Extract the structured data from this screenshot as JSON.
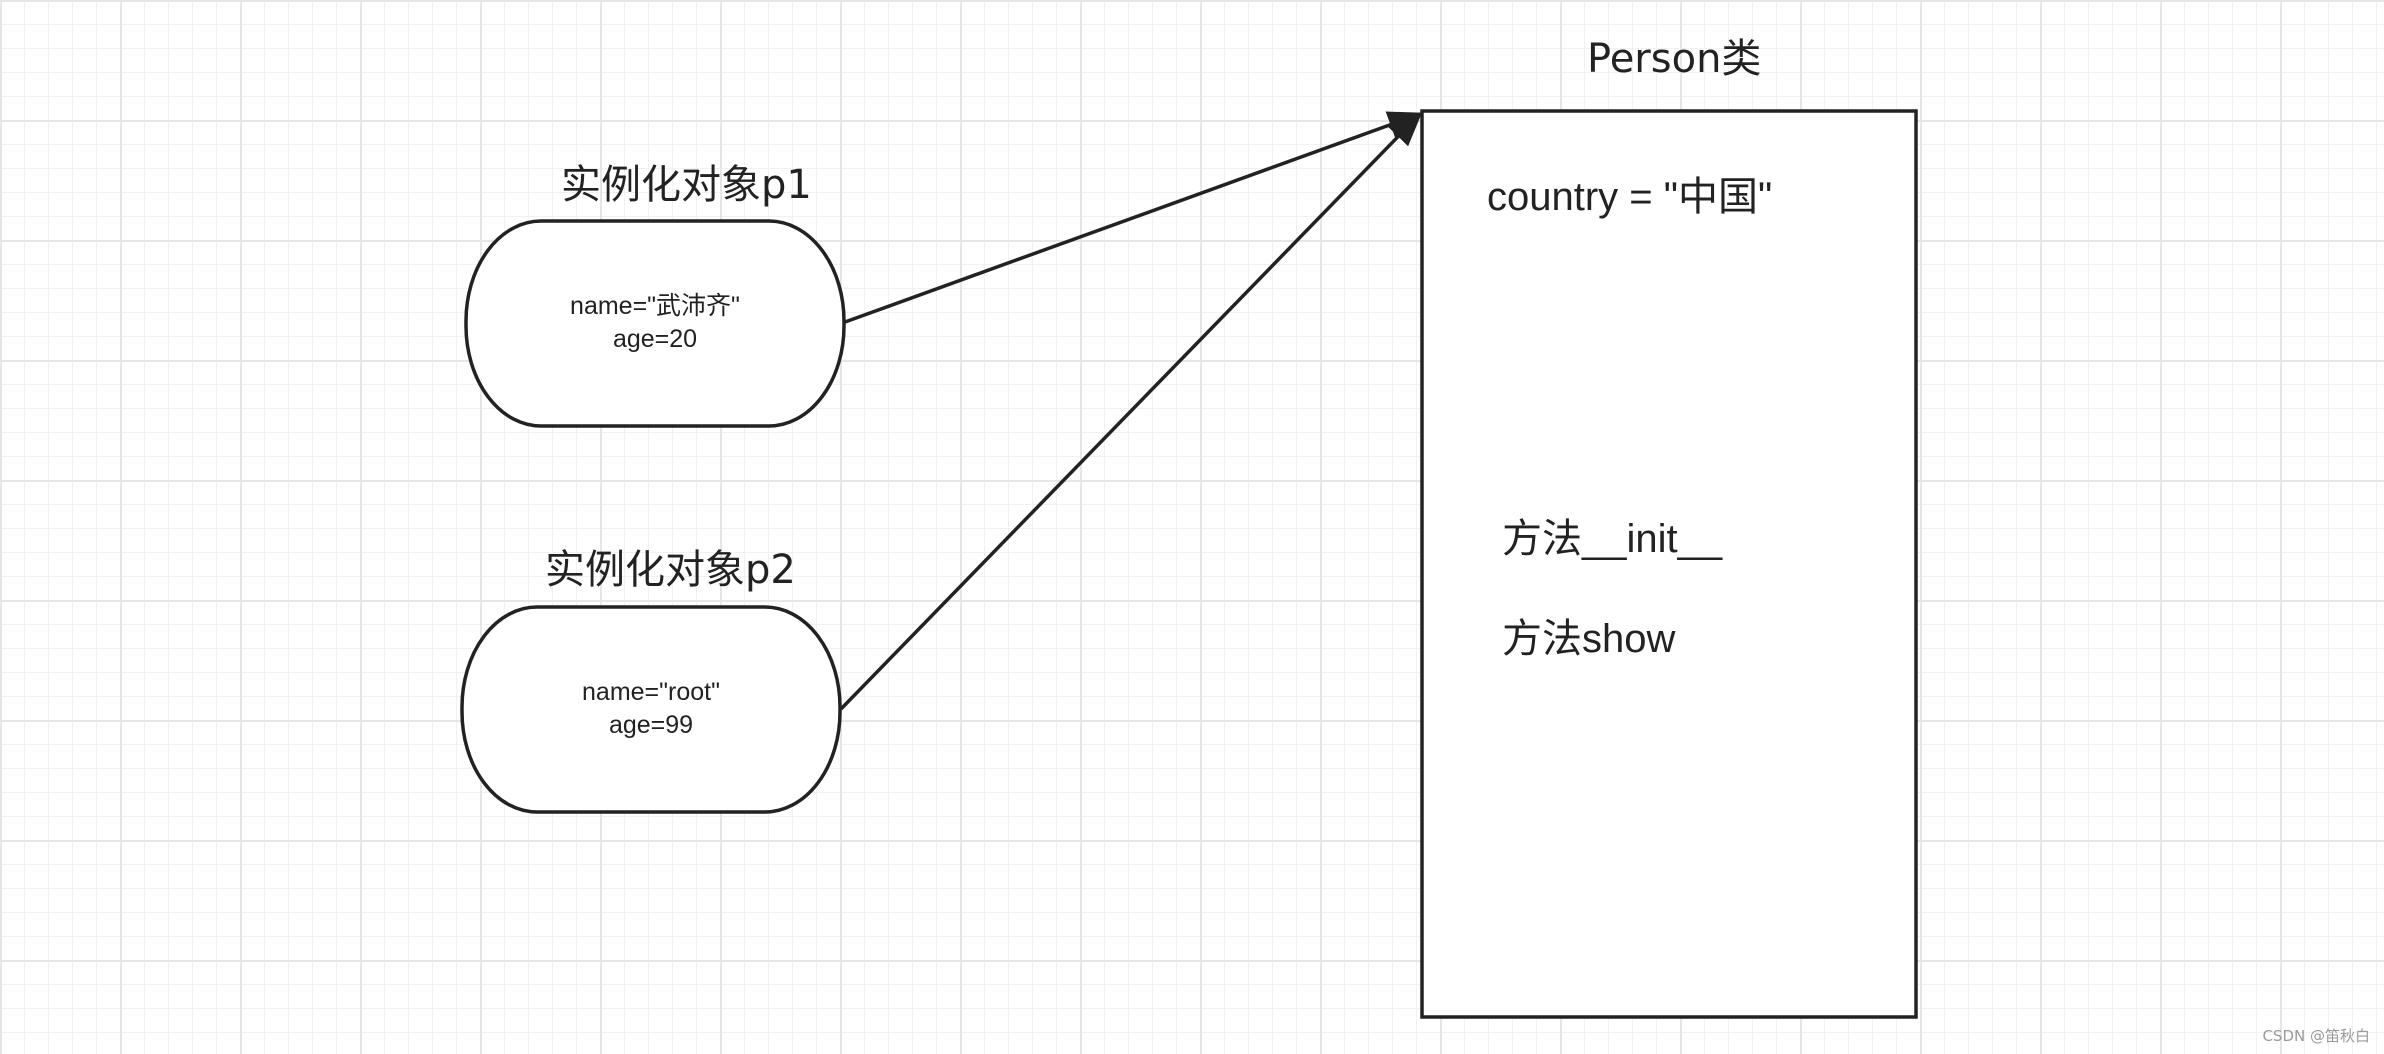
{
  "object_p1": {
    "title": "实例化对象p1",
    "attr_name": "name=\"武沛齐\"",
    "attr_age": "age=20"
  },
  "object_p2": {
    "title": "实例化对象p2",
    "attr_name": "name=\"root\"",
    "attr_age": "age=99"
  },
  "person_class": {
    "title": "Person类",
    "field": "country = \"中国\"",
    "method_init": "方法__init__",
    "method_show": "方法show"
  },
  "watermark": "CSDN @笛秋白",
  "colors": {
    "stroke": "#222222",
    "grid_major": "#e6e6e6",
    "grid_minor": "#f1f1f1"
  }
}
